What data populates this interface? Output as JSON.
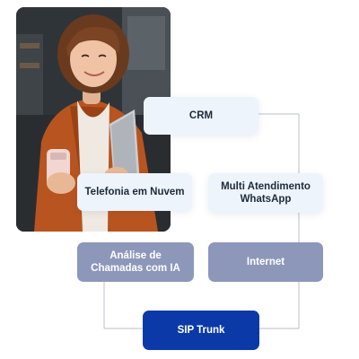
{
  "diagram": {
    "nodes": {
      "crm": "CRM",
      "telefonia": "Telefonia em Nuvem",
      "multi": "Multi Atendimento\nWhatsApp",
      "analise": "Análise de\nChamadas com IA",
      "internet": "Internet",
      "sip": "SIP Trunk"
    }
  },
  "colors": {
    "light_node": "#eef4fb",
    "muted_node": "#8d97ba",
    "accent_node": "#0b3aa8",
    "connector": "#b9bfc8"
  },
  "photo": {
    "subject": "woman-holding-phone-and-tablet"
  }
}
